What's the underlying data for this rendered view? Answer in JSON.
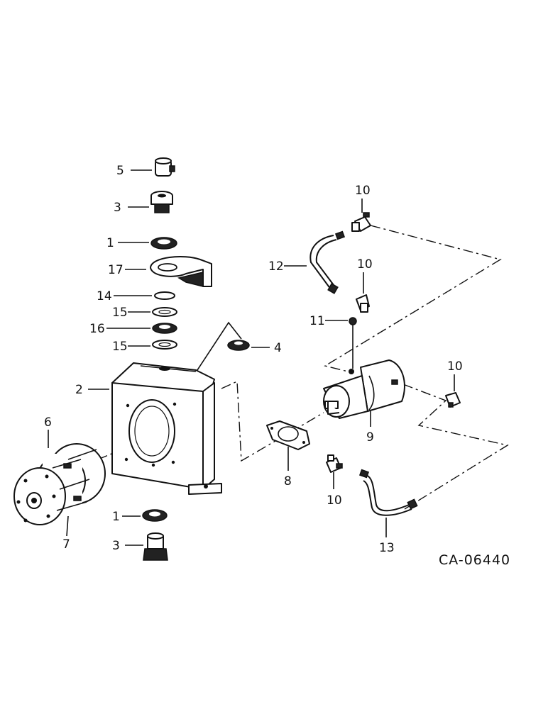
{
  "drawing_code": "CA-06440",
  "callouts": {
    "c1a": "1",
    "c1b": "1",
    "c2": "2",
    "c3a": "3",
    "c3b": "3",
    "c4": "4",
    "c5": "5",
    "c6": "6",
    "c7": "7",
    "c8": "8",
    "c9": "9",
    "c10a": "10",
    "c10b": "10",
    "c10c": "10",
    "c10d": "10",
    "c11": "11",
    "c12": "12",
    "c13": "13",
    "c14": "14",
    "c15a": "15",
    "c15b": "15",
    "c16": "16",
    "c17": "17"
  }
}
